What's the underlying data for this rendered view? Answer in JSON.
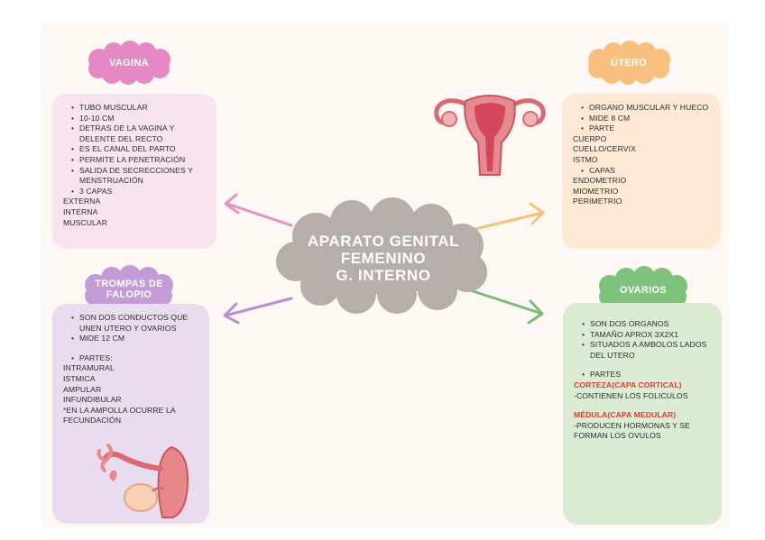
{
  "central": {
    "line1": "APARATO GENITAL",
    "line2": "FEMENINO",
    "line3": "G. INTERNO",
    "color": "#b5aeab"
  },
  "vagina": {
    "title": "VAGINA",
    "title_color": "#e589c4",
    "card_color": "#f7e4ee",
    "bullets": [
      "TUBO MUSCULAR",
      "10-10 CM",
      "DETRAS DE LA VAGINA Y DELENTE DEL RECTO",
      "ES EL CANAL DEL PARTO",
      "PERMITE LA PENETRACIÓN",
      "SALIDA DE SECRECCIONES Y MENSTRUACIÓN",
      "3 CAPAS"
    ],
    "lines": [
      "EXTERNA",
      "INTERNA",
      "MUSCULAR"
    ]
  },
  "utero": {
    "title": "ÚTERO",
    "title_color": "#f7c07e",
    "card_color": "#fde9d4",
    "bullets1": [
      "ORGANO MUSCULAR Y HUECO",
      "MIDE 8 CM",
      "PARTE"
    ],
    "lines1": [
      "CUERPO",
      "CUELLO/CERVIX",
      "ISTMO"
    ],
    "bullets2": [
      "CAPAS"
    ],
    "lines2": [
      "ENDOMETRIO",
      "MIOMETRIO",
      "PERIMETRIO"
    ]
  },
  "trompas": {
    "title_line1": "TROMPAS DE",
    "title_line2": "FALOPIO",
    "title_color": "#c39bd7",
    "card_color": "#e9dcee",
    "bullets1": [
      "SON DOS CONDUCTOS QUE UNEN UTERO Y OVARIOS",
      "MIDE 12 CM"
    ],
    "bullets2": [
      "PARTES:"
    ],
    "lines": [
      "INTRAMURAL",
      "ISTMICA",
      "AMPULAR",
      "INFUNDIBULAR",
      "*EN LA AMPOLLA OCURRE LA FECUNDACIÓN"
    ]
  },
  "ovarios": {
    "title": "OVARIOS",
    "title_color": "#7fc27b",
    "card_color": "#dcebd3",
    "bullets1": [
      "SON DOS ORGANOS",
      "TAMAÑO APROX 3X2X1",
      "SITUADOS A AMBOLOS LADOS DEL UTERO"
    ],
    "bullets2": [
      "PARTES"
    ],
    "red1": "CORTEZA(CAPA CORTICAL)",
    "line1": "-CONTIENEN LOS FOLICULOS",
    "red2": "MÉDULA(CAPA MEDULAR)",
    "line2": "-PRODUCEN HORMONAS Y SE FORMAN LOS OVULOS",
    "red_color": "#e03a2f"
  },
  "icons": [
    "uterus-icon",
    "fallopian-ovary-icon"
  ]
}
